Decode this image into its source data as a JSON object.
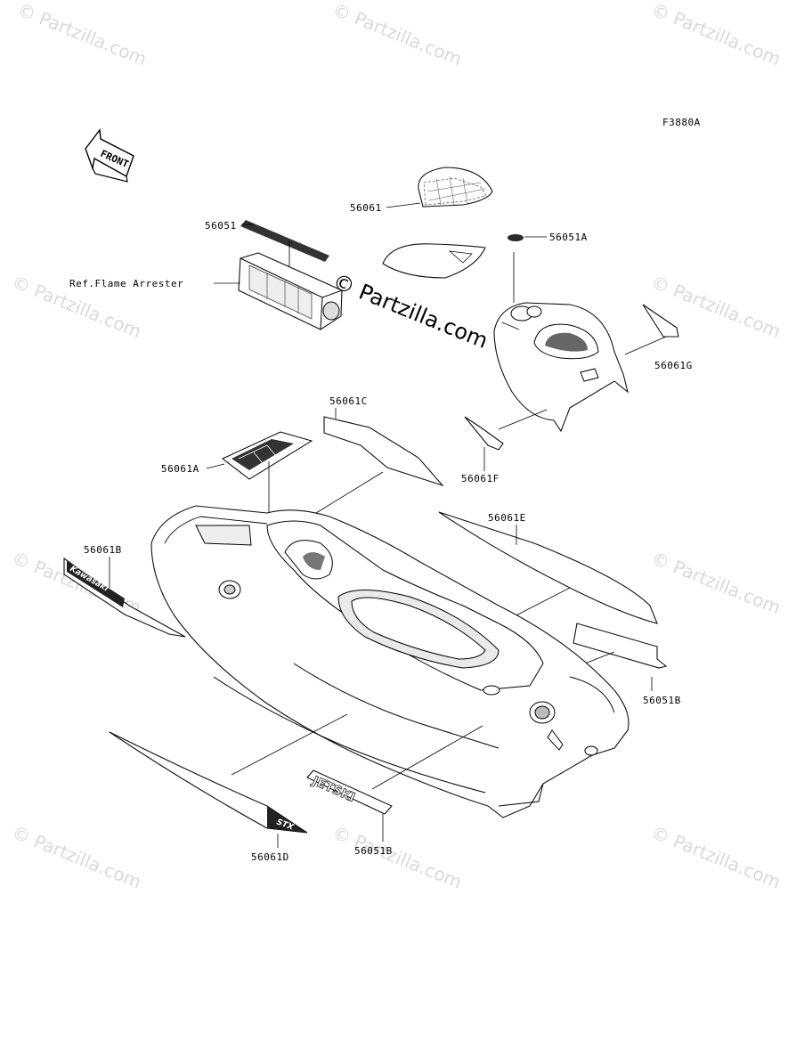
{
  "figure_code": "F3880A",
  "front_label": "FRONT",
  "watermark_text": "© Partzilla.com",
  "center_watermark": "© Partzilla.com",
  "labels": {
    "p56061": "56061",
    "p56051": "56051",
    "p56051A": "56051A",
    "ref_flame": "Ref.Flame Arrester",
    "p56061G": "56061G",
    "p56061C": "56061C",
    "p56061A": "56061A",
    "p56061F": "56061F",
    "p56061E": "56061E",
    "p56061B": "56061B",
    "p56051B_right": "56051B",
    "p56061D": "56061D",
    "p56051B_bottom": "56051B"
  },
  "decal_text": {
    "kawasaki": "Kawasaki",
    "jetski": "JETSKI",
    "model": "STX"
  }
}
